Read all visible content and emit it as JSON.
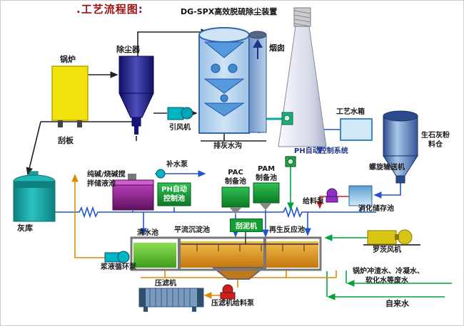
{
  "diagram": {
    "title": ".工艺流程图:",
    "subtitle": "DG-SPX高效脱硫除尘装置"
  },
  "labels": {
    "boiler": "锅炉",
    "dust_collector": "除尘器",
    "scraper": "刮板",
    "induced_draft_fan": "引风机",
    "chimney": "烟囱",
    "process_water_tank": "工艺水箱",
    "lime_silo_1": "生石灰粉",
    "lime_silo_2": "料仓",
    "ash_drain_ditch": "排灰水沟",
    "ph_auto_control_system": "PH自动控制系统",
    "screw_conveyor": "螺旋输送机",
    "makeup_water_pump": "补水泵",
    "soda_mixing_tank_1": "纯碱/烧碱搅",
    "soda_mixing_tank_2": "拌储液池",
    "ph_auto_control_tank_1": "PH自动",
    "ph_auto_control_tank_2": "控制池",
    "pac_tank_1": "PAC",
    "pac_tank_2": "制备池",
    "pam_tank_1": "PAM",
    "pam_tank_2": "制备池",
    "feed_pump": "给料泵",
    "digestion_storage_tank": "消化储存池",
    "ash_storage": "灰库",
    "clear_water_tank": "清水池",
    "sedimentation_tank": "平流沉淀池",
    "mud_scraper": "刮泥机",
    "regeneration_tank": "再生反应池",
    "roots_blower": "罗茨风机",
    "slurry_circulation_pump": "浆液循环泵",
    "filter_press": "压滤机",
    "filter_press_feed_pump": "压滤机给料泵",
    "wastewater_1": "锅炉冲渣水、冷凝水、",
    "wastewater_2": "软化水等废水",
    "tap_water": "自来水"
  },
  "colors": {
    "title_red": "#991111",
    "boiler_yellow": "#f2e30c",
    "dust_collector_navy": "#1c1c86",
    "scrubber_blue": "#b8d8f0",
    "chimney_gray": "#dfe2ec",
    "lime_silo_blue": "#4a6fb5",
    "ash_storage_teal": "#17a3a3",
    "soda_tank_purple": "#a028a0",
    "green_tank": "#13a033",
    "sediment_orange": "#e09020",
    "clear_water_green": "#5cc32e",
    "line_blue": "#2255cc",
    "line_green": "#00a33c",
    "line_orange": "#e08800",
    "line_teal": "#00aaaa",
    "line_red": "#cc2222",
    "line_black": "#222222"
  }
}
